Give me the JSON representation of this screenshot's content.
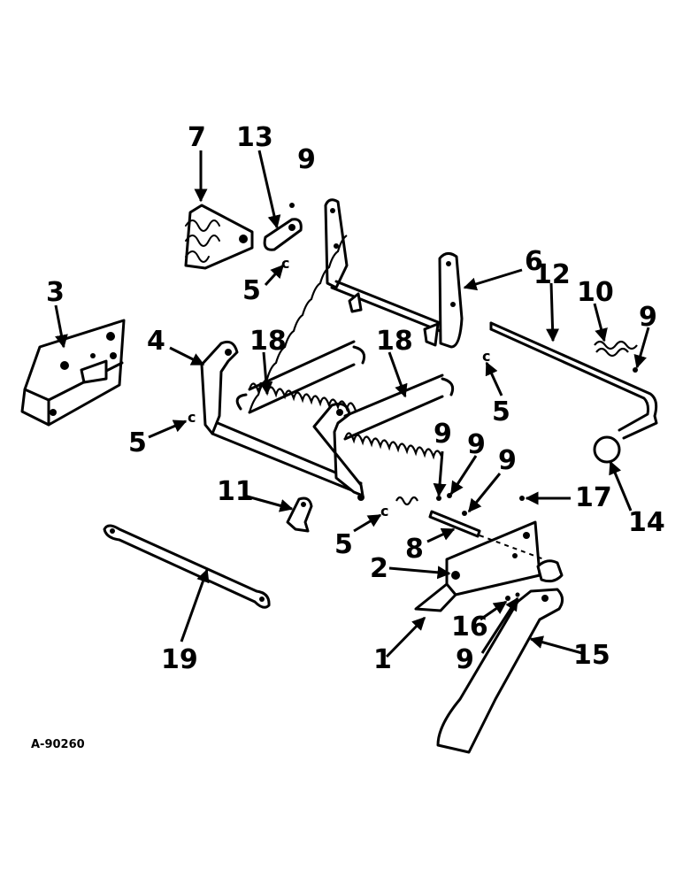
{
  "drawing_id": "A-90260",
  "callouts": {
    "c1": "1",
    "c2": "2",
    "c3": "3",
    "c4": "4",
    "c5a": "5",
    "c5b": "5",
    "c5c": "5",
    "c5d": "5",
    "c6": "6",
    "c7": "7",
    "c8": "8",
    "c9a": "9",
    "c9b": "9",
    "c9c": "9",
    "c9d": "9",
    "c9e": "9",
    "c9f": "9",
    "c10": "10",
    "c11": "11",
    "c12": "12",
    "c13": "13",
    "c14": "14",
    "c15": "15",
    "c16": "16",
    "c17": "17",
    "c18a": "18",
    "c18b": "18",
    "c19": "19"
  }
}
